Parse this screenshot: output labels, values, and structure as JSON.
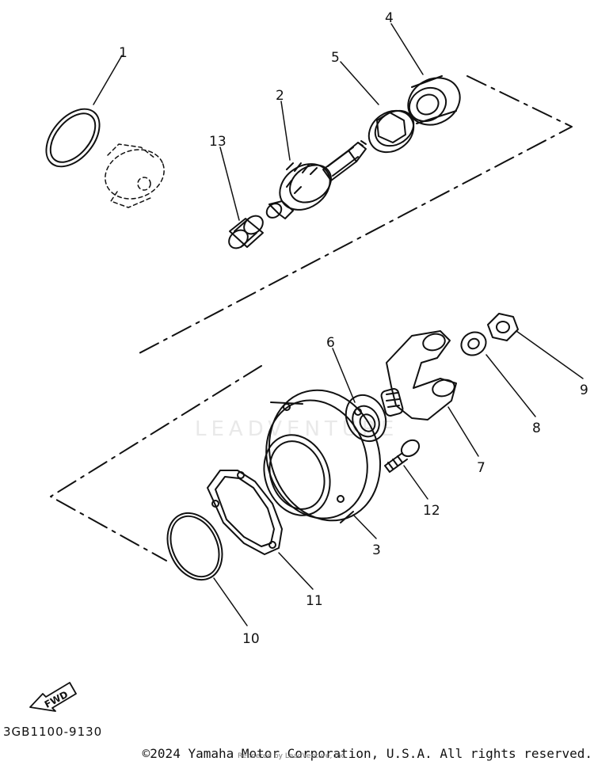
{
  "diagram": {
    "callouts": [
      "1",
      "2",
      "3",
      "4",
      "5",
      "6",
      "7",
      "8",
      "9",
      "10",
      "11",
      "12",
      "13"
    ],
    "fwd_label": "FWD",
    "part_code": "3GB1100-9130",
    "watermark": "LEADVENTURE"
  },
  "footer": {
    "copyright": "©2024 Yamaha Motor Corporation, U.S.A. All rights reserved.",
    "rendered_by": "Rendered by LeadVenture, Inc."
  }
}
